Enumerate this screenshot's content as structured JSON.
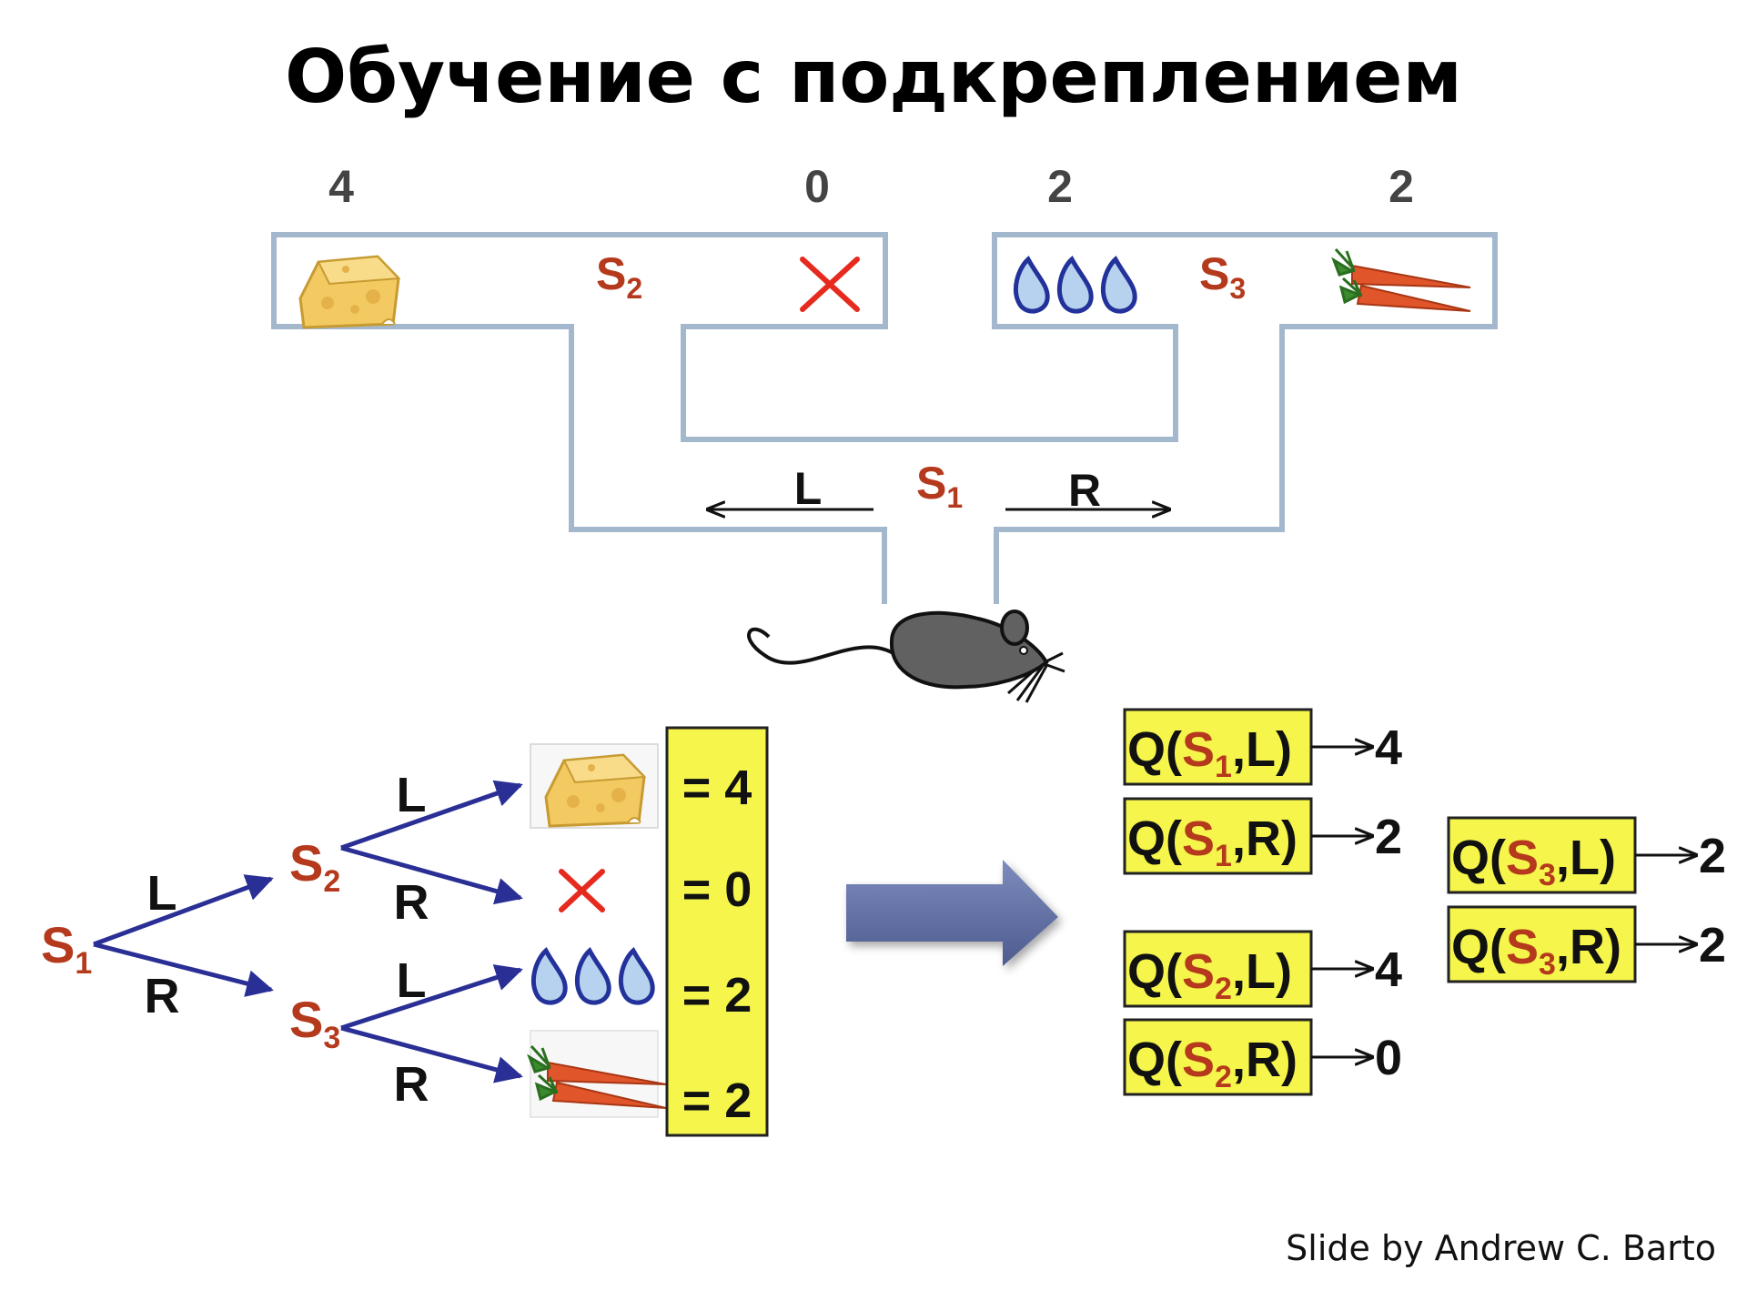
{
  "title": "Обучение с подкреплением",
  "credit": "Slide by Andrew C. Barto",
  "colors": {
    "maze_wall": "#a3b8cc",
    "state_red": "#b5391c",
    "tree_arrow": "#2a2f95",
    "reward_yellow": "#f5f54b",
    "big_arrow": "#5b6a9e",
    "cross_red": "#e62a1e"
  },
  "maze": {
    "rewards": [
      "4",
      "0",
      "2",
      "2"
    ],
    "reward_icons": [
      "cheese-icon",
      "cross-icon",
      "water-drops-icon",
      "carrots-icon"
    ],
    "s2": {
      "letter": "S",
      "sub": "2"
    },
    "s3": {
      "letter": "S",
      "sub": "3"
    },
    "s1": {
      "letter": "S",
      "sub": "1"
    },
    "left_label": "L",
    "right_label": "R"
  },
  "tree": {
    "root": {
      "letter": "S",
      "sub": "1"
    },
    "s2": {
      "letter": "S",
      "sub": "2"
    },
    "s3": {
      "letter": "S",
      "sub": "3"
    },
    "root_left": "L",
    "root_right": "R",
    "s2_left": "L",
    "s2_right": "R",
    "s3_left": "L",
    "s3_right": "R",
    "rewards": [
      "= 4",
      "= 0",
      "= 2",
      "= 2"
    ]
  },
  "q_values": [
    {
      "q": "Q(",
      "s": "S",
      "sub": "1",
      "act": ",L)",
      "value": "4"
    },
    {
      "q": "Q(",
      "s": "S",
      "sub": "1",
      "act": ",R)",
      "value": "2"
    },
    {
      "q": "Q(",
      "s": "S",
      "sub": "2",
      "act": ",L)",
      "value": "4"
    },
    {
      "q": "Q(",
      "s": "S",
      "sub": "2",
      "act": ",R)",
      "value": "0"
    },
    {
      "q": "Q(",
      "s": "S",
      "sub": "3",
      "act": ",L)",
      "value": "2"
    },
    {
      "q": "Q(",
      "s": "S",
      "sub": "3",
      "act": ",R)",
      "value": "2"
    }
  ]
}
